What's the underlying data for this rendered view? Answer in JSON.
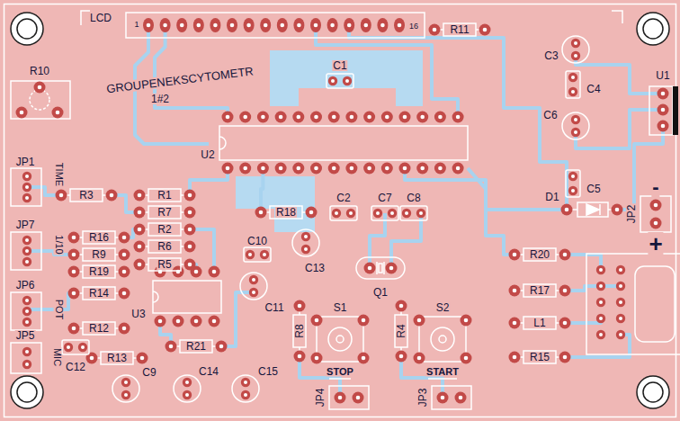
{
  "diagram": {
    "labels": [
      "LCD",
      "1",
      "16",
      "R11",
      "C3",
      "C4",
      "U1",
      "C6",
      "C5",
      "R10",
      "GROUPENEKSCYTOMETR",
      "1#2",
      "C1",
      "U2",
      "JP1",
      "TIME",
      "R3",
      "R1",
      "R7",
      "R2",
      "R6",
      "R5",
      "JP7",
      "1/10",
      "R16",
      "R9",
      "R19",
      "JP6",
      "POT",
      "R14",
      "R12",
      "JP5",
      "MIC",
      "C12",
      "R13",
      "C9",
      "C14",
      "C15",
      "U3",
      "R21",
      "C10",
      "C11",
      "R18",
      "C13",
      "C2",
      "C7",
      "C8",
      "Q1",
      "S1",
      "S2",
      "R8",
      "R4",
      "STOP",
      "START",
      "JP4",
      "JP3",
      "R20",
      "R17",
      "L1",
      "R15",
      "D1",
      "JP2",
      "-",
      "+"
    ]
  }
}
